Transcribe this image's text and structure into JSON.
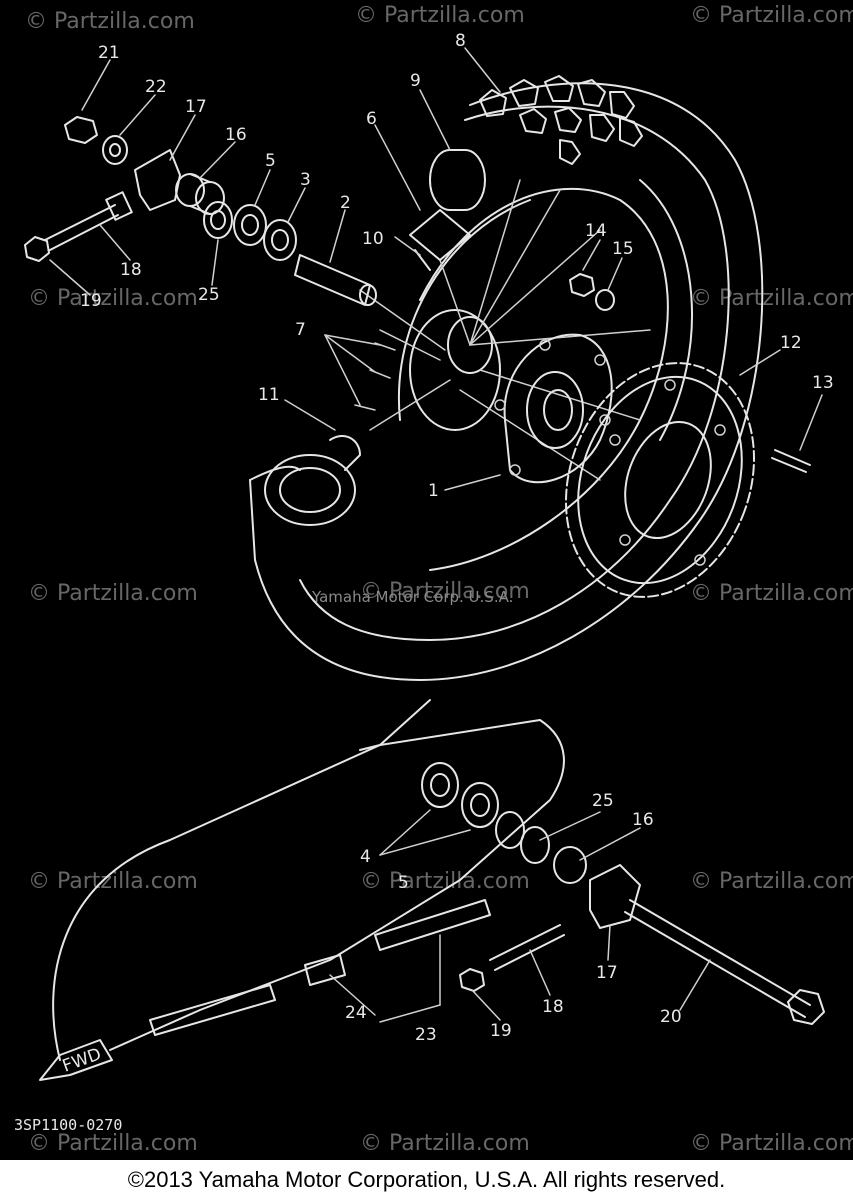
{
  "diagram": {
    "diagram_code": "3SP1100-0270",
    "center_credit": "Yamaha Motor Corp. U.S.A.",
    "fwd_label": "FWD",
    "watermark": "© Partzilla.com",
    "callouts": [
      {
        "id": "c1",
        "label": "1"
      },
      {
        "id": "c2",
        "label": "2"
      },
      {
        "id": "c3",
        "label": "3"
      },
      {
        "id": "c4",
        "label": "4"
      },
      {
        "id": "c5a",
        "label": "5"
      },
      {
        "id": "c5b",
        "label": "5"
      },
      {
        "id": "c6",
        "label": "6"
      },
      {
        "id": "c7",
        "label": "7"
      },
      {
        "id": "c8",
        "label": "8"
      },
      {
        "id": "c9",
        "label": "9"
      },
      {
        "id": "c10",
        "label": "10"
      },
      {
        "id": "c11",
        "label": "11"
      },
      {
        "id": "c12",
        "label": "12"
      },
      {
        "id": "c13",
        "label": "13"
      },
      {
        "id": "c14",
        "label": "14"
      },
      {
        "id": "c15",
        "label": "15"
      },
      {
        "id": "c16a",
        "label": "16"
      },
      {
        "id": "c16b",
        "label": "16"
      },
      {
        "id": "c17a",
        "label": "17"
      },
      {
        "id": "c17b",
        "label": "17"
      },
      {
        "id": "c18a",
        "label": "18"
      },
      {
        "id": "c18b",
        "label": "18"
      },
      {
        "id": "c19a",
        "label": "19"
      },
      {
        "id": "c19b",
        "label": "19"
      },
      {
        "id": "c20",
        "label": "20"
      },
      {
        "id": "c21",
        "label": "21"
      },
      {
        "id": "c22",
        "label": "22"
      },
      {
        "id": "c23",
        "label": "23"
      },
      {
        "id": "c24",
        "label": "24"
      },
      {
        "id": "c25a",
        "label": "25"
      },
      {
        "id": "c25b",
        "label": "25"
      }
    ]
  },
  "footer": {
    "copyright": "©2013 Yamaha Motor Corporation, U.S.A. All rights reserved."
  }
}
